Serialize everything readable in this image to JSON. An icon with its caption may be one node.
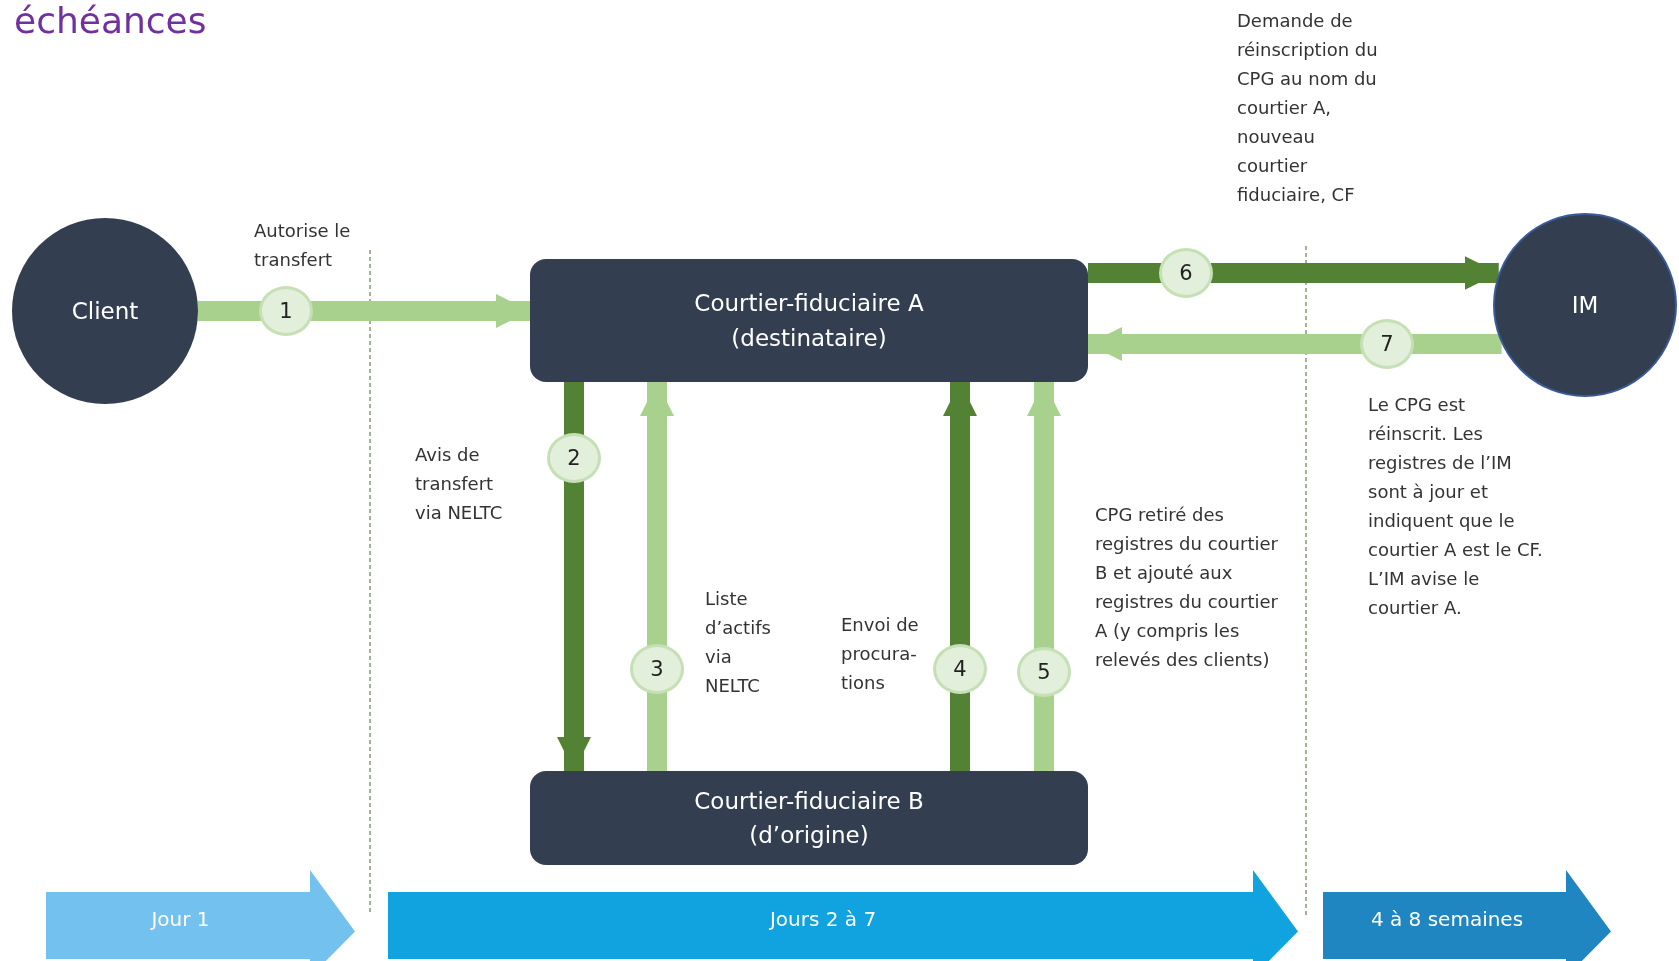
{
  "diagram": {
    "title": "échéances",
    "nodes": [
      {
        "text": [
          "Client"
        ]
      },
      {
        "text": [
          "Courtier-fiduciaire A (destinataire)"
        ]
      },
      {
        "text": [
          "Courtier-fiduciaire B (d’origine)"
        ]
      },
      {
        "text": [
          "IM"
        ]
      },
      {
        "text": [
          "Jour 1"
        ]
      },
      {
        "text": [
          "Jours 2 à 7"
        ]
      },
      {
        "text": [
          "4 à 8 semaines"
        ]
      }
    ],
    "edges": [
      {
        "from": 0,
        "to": 1,
        "arrow": "to",
        "label": "1"
      },
      {
        "from": 1,
        "to": 2,
        "arrow": "to",
        "label": "2",
        "color": "#548235"
      },
      {
        "from": 2,
        "to": 1,
        "arrow": "to",
        "label": "3"
      },
      {
        "from": 2,
        "to": 1,
        "arrow": "to",
        "label": "4",
        "color": "#548235"
      },
      {
        "from": 2,
        "to": 1,
        "arrow": "to",
        "label": "5"
      },
      {
        "from": 1,
        "to": 3,
        "arrow": "to",
        "label": "6",
        "color": "#548235"
      },
      {
        "from": 3,
        "to": 1,
        "arrow": "to",
        "label": "7"
      }
    ],
    "labels": [
      "Demande de réinscription du CPG au nom du courtier A, nouveau courtier fiduciaire, CF",
      "Autorise le transfert",
      "Avis de transfert via NELTC",
      "Le CPG est réinscrit. Les registres de l’IM sont à jour et indiquent que le courtier A est le CF. L’IM avise le courtier A.",
      "CPG retiré des registres du courtier B et ajouté aux registres du courtier A (y compris les relevés des clients)",
      "Liste d’actifs via NELTC",
      "Envoi de procura-tions"
    ]
  }
}
